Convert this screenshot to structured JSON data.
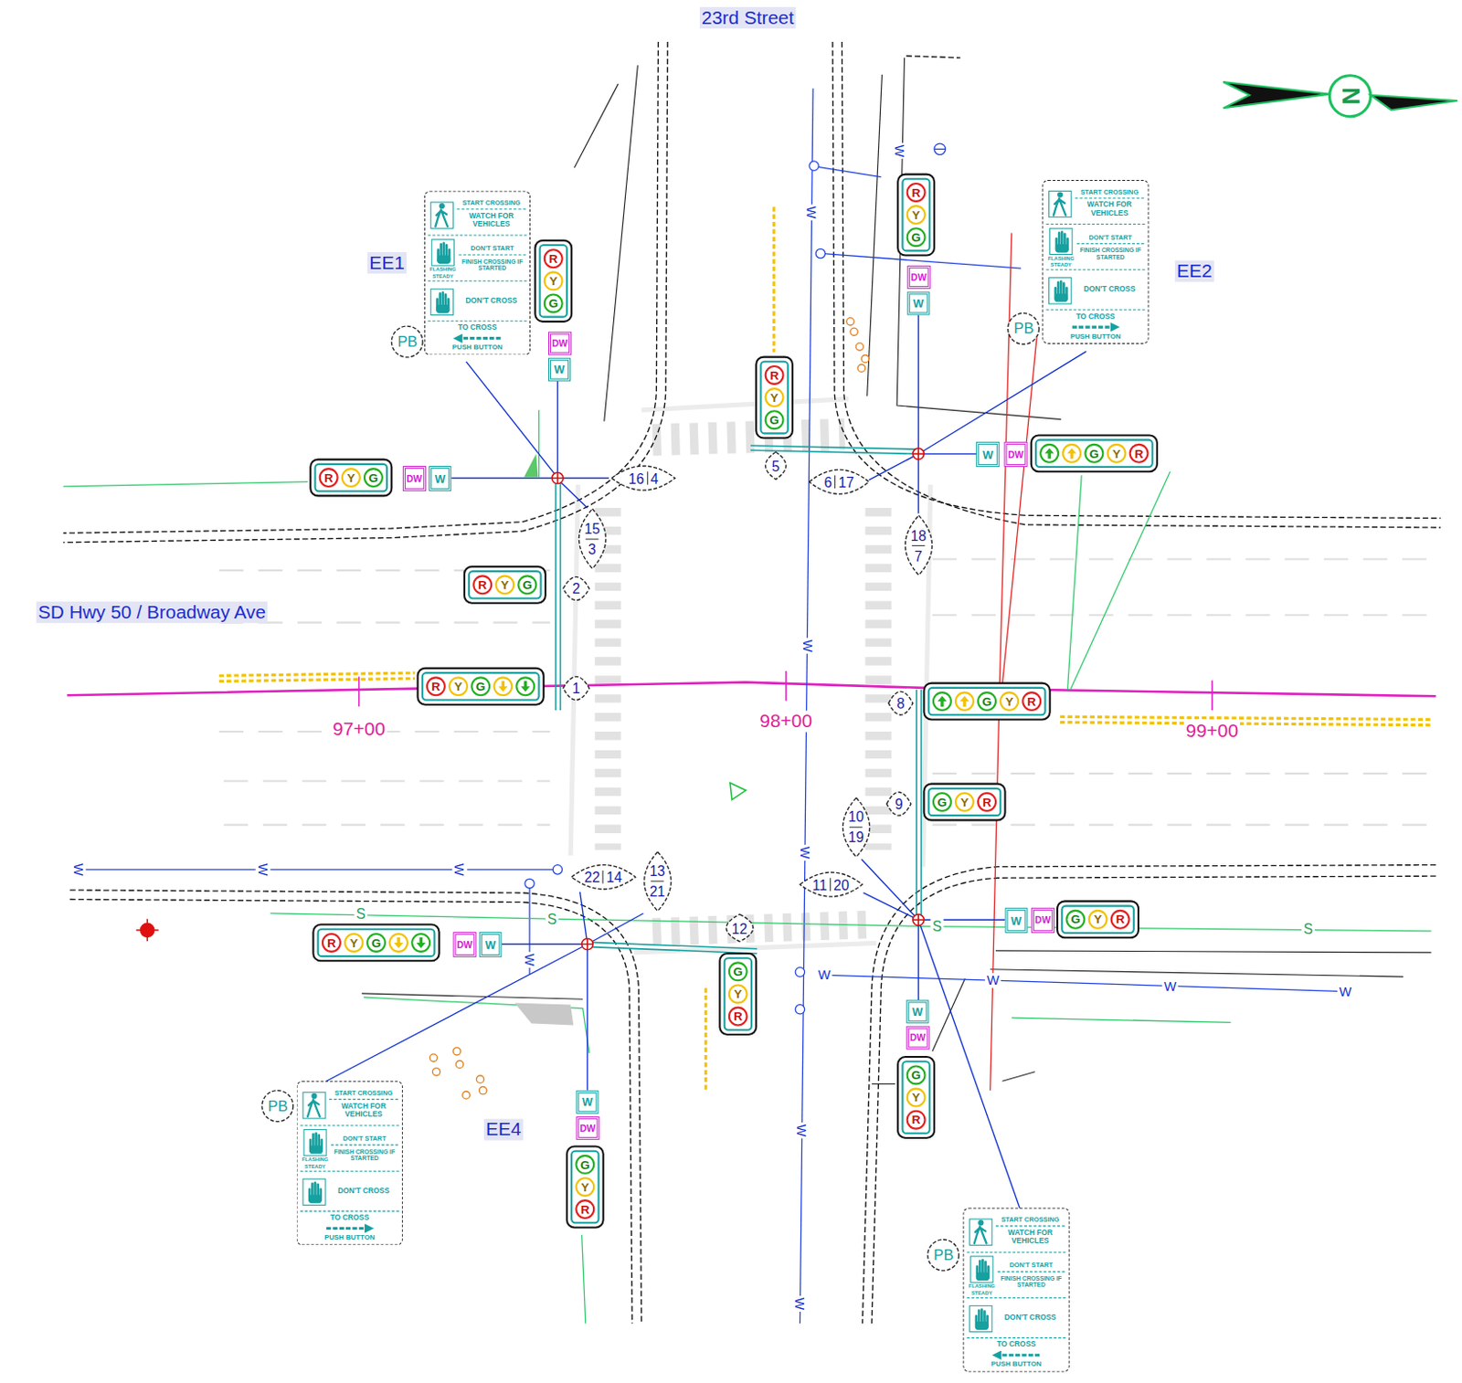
{
  "diagram": {
    "nodes": [
      {
        "text": [
          "R",
          "Y",
          "G"
        ]
      },
      {
        "text": [
          "START CROSSING",
          "WATCH FOR VEHICLES",
          "DON'T START",
          "FINISH CROSSING IF STARTED",
          "FLASHING",
          "STEADY",
          "DON'T CROSS",
          "TO CROSS",
          "PUSH BUTTON"
        ]
      },
      {
        "text": [
          "START CROSSING",
          "WATCH FOR VEHICLES",
          "DON'T START",
          "FINISH CROSSING IF STARTED",
          "FLASHING",
          "STEADY",
          "DON'T CROSS",
          "TO CROSS",
          "PUSH BUTTON"
        ]
      },
      {
        "text": [
          "R",
          "Y",
          "G"
        ]
      },
      {
        "text": [
          "DW"
        ]
      },
      {
        "text": [
          "W"
        ]
      },
      {
        "text": [
          "PB"
        ]
      },
      {
        "text": [
          "DW"
        ]
      },
      {
        "text": [
          "PB"
        ]
      },
      {
        "text": [
          "W"
        ]
      },
      {
        "text": [
          "R",
          "Y",
          "G"
        ]
      },
      {
        "text": [
          "G",
          "Y",
          "R"
        ]
      },
      {
        "text": [
          "W"
        ]
      },
      {
        "text": [
          "DW"
        ]
      },
      {
        "text": [
          "R",
          "Y",
          "G"
        ]
      },
      {
        "text": [
          "DW"
        ]
      },
      {
        "text": [
          "W"
        ]
      },
      {
        "text": [
          "5"
        ]
      },
      {
        "text": [
          "16",
          "4"
        ]
      },
      {
        "text": [
          "6",
          "17"
        ]
      },
      {
        "text": [
          "15",
          "3"
        ]
      },
      {
        "text": [
          "18",
          "7"
        ]
      },
      {
        "text": [
          "R",
          "Y",
          "G"
        ]
      },
      {
        "text": [
          "2"
        ]
      },
      {
        "text": [
          "R",
          "Y",
          "G"
        ]
      },
      {
        "text": [
          "1"
        ]
      },
      {
        "text": [
          "G",
          "Y",
          "R"
        ]
      },
      {
        "text": [
          "8"
        ]
      },
      {
        "text": [
          "G",
          "Y",
          "R"
        ]
      },
      {
        "text": [
          "9"
        ]
      },
      {
        "text": [
          "10",
          "19"
        ]
      },
      {
        "text": [
          "22",
          "14"
        ]
      },
      {
        "text": [
          "13",
          "21"
        ]
      },
      {
        "text": [
          "11",
          "20"
        ]
      },
      {
        "text": [
          "G",
          "Y",
          "R"
        ]
      },
      {
        "text": [
          "W"
        ]
      },
      {
        "text": [
          "DW"
        ]
      },
      {
        "text": [
          "R",
          "Y",
          "G"
        ]
      },
      {
        "text": [
          "DW"
        ]
      },
      {
        "text": [
          "W"
        ]
      },
      {
        "text": [
          "12"
        ]
      },
      {
        "text": [
          "G",
          "Y",
          "R"
        ]
      },
      {
        "text": [
          "W"
        ]
      },
      {
        "text": [
          "DW"
        ]
      },
      {
        "text": [
          "G",
          "Y",
          "R"
        ]
      },
      {
        "text": [
          "START CROSSING",
          "WATCH FOR VEHICLES",
          "DON'T START",
          "FINISH CROSSING IF STARTED",
          "FLASHING",
          "STEADY",
          "DON'T CROSS",
          "TO CROSS",
          "PUSH BUTTON"
        ]
      },
      {
        "text": [
          "W"
        ]
      },
      {
        "text": [
          "PB"
        ]
      },
      {
        "text": [
          "DW"
        ]
      },
      {
        "text": [
          "G",
          "Y",
          "R"
        ]
      },
      {
        "text": [
          "START CROSSING",
          "WATCH FOR VEHICLES",
          "DON'T START",
          "FINISH CROSSING IF STARTED",
          "FLASHING",
          "STEADY",
          "DON'T CROSS",
          "TO CROSS",
          "PUSH BUTTON"
        ]
      },
      {
        "text": [
          "PB"
        ]
      }
    ],
    "labels": [
      "23rd Street",
      "SD Hwy 50 / Broadway Ave",
      "EE1",
      "EE2",
      "EE4",
      "97+00",
      "98+00",
      "99+00",
      "N",
      "W",
      "W",
      "W",
      "W",
      "W",
      "W",
      "W",
      "W",
      "W",
      "W",
      "W",
      "W",
      "W",
      "W",
      "S",
      "S",
      "S",
      "S"
    ]
  }
}
